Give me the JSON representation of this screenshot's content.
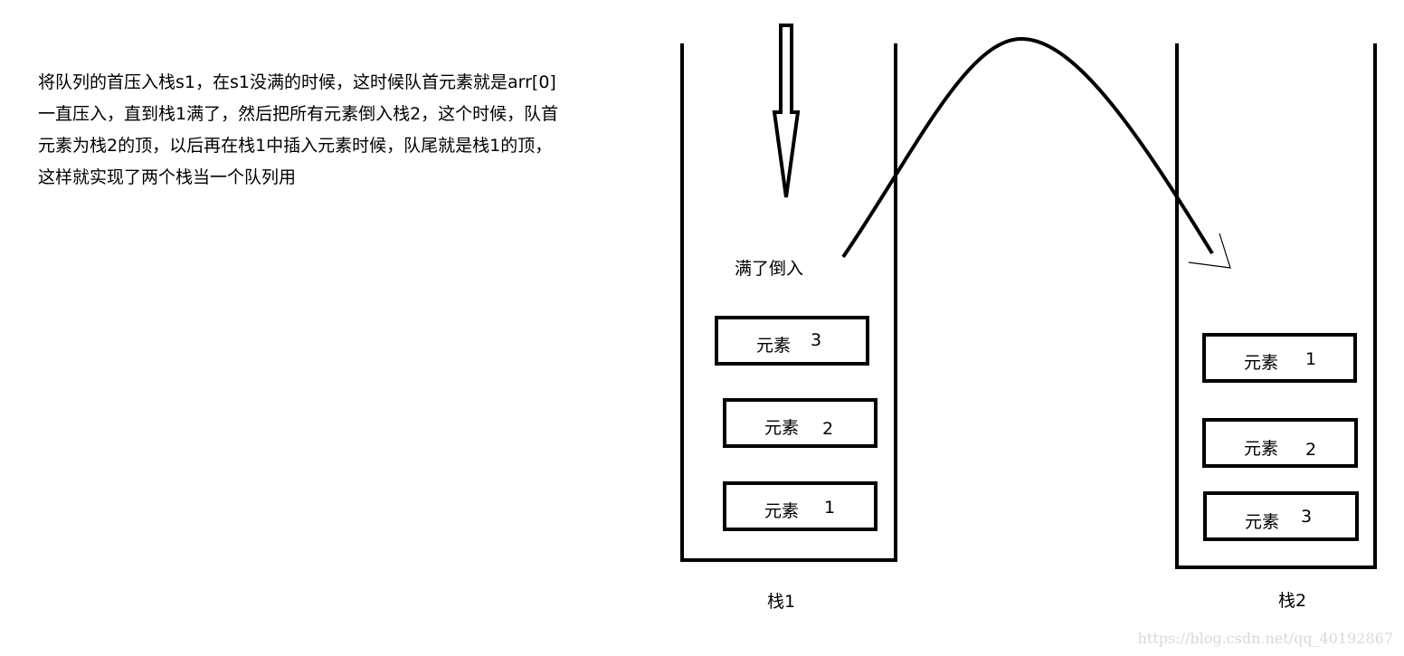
{
  "description": {
    "lines": [
      "将队列的首压入栈s1，在s1没满的时候，这时候队首元素就是arr[0]",
      " 一直压入，直到栈1满了，然后把所有元素倒入栈2，这个时候，队首",
      "元素为栈2的顶，以后再在栈1中插入元素时候，队尾就是栈1的顶，",
      "这样就实现了两个栈当一个队列用"
    ]
  },
  "stack1": {
    "label": "栈1",
    "pour_label": "满了倒入",
    "items": [
      {
        "text": "元素",
        "num": "3"
      },
      {
        "text": "元素",
        "num": "2"
      },
      {
        "text": "元素",
        "num": "1"
      }
    ]
  },
  "stack2": {
    "label": "栈2",
    "items": [
      {
        "text": "元素",
        "num": "1"
      },
      {
        "text": "元素",
        "num": "2"
      },
      {
        "text": "元素",
        "num": "3"
      }
    ]
  },
  "watermark": "https://blog.csdn.net/qq_40192867"
}
